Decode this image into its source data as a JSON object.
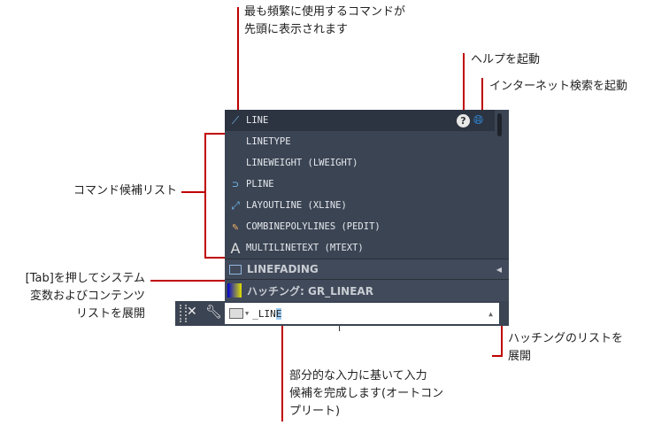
{
  "annotations": {
    "top": [
      "最も頻繁に使用するコマンドが",
      "先頭に表示されます"
    ],
    "help": "ヘルプを起動",
    "internet": "インターネット検索を起動",
    "candidates": "コマンド候補リスト",
    "tab": [
      "[Tab]を押してシステム",
      "変数およびコンテンツ",
      "リストを展開"
    ],
    "hatch": [
      "ハッチングのリストを",
      "展開"
    ],
    "autocomplete": [
      "部分的な入力に基いて入力",
      "候補を完成します(オートコン",
      "プリート)"
    ]
  },
  "list": {
    "items": [
      "LINE",
      "LINETYPE",
      "LINEWEIGHT (LWEIGHT)",
      "PLINE",
      "LAYOUTLINE (XLINE)",
      "COMBINEPOLYLINES (PEDIT)",
      "MULTILINETEXT (MTEXT)"
    ],
    "sysvar": "LINEFADING",
    "hatch": "ハッチング: GR_LINEAR",
    "help_glyph": "?"
  },
  "command": {
    "typed": "_LIN",
    "selected": "E"
  }
}
